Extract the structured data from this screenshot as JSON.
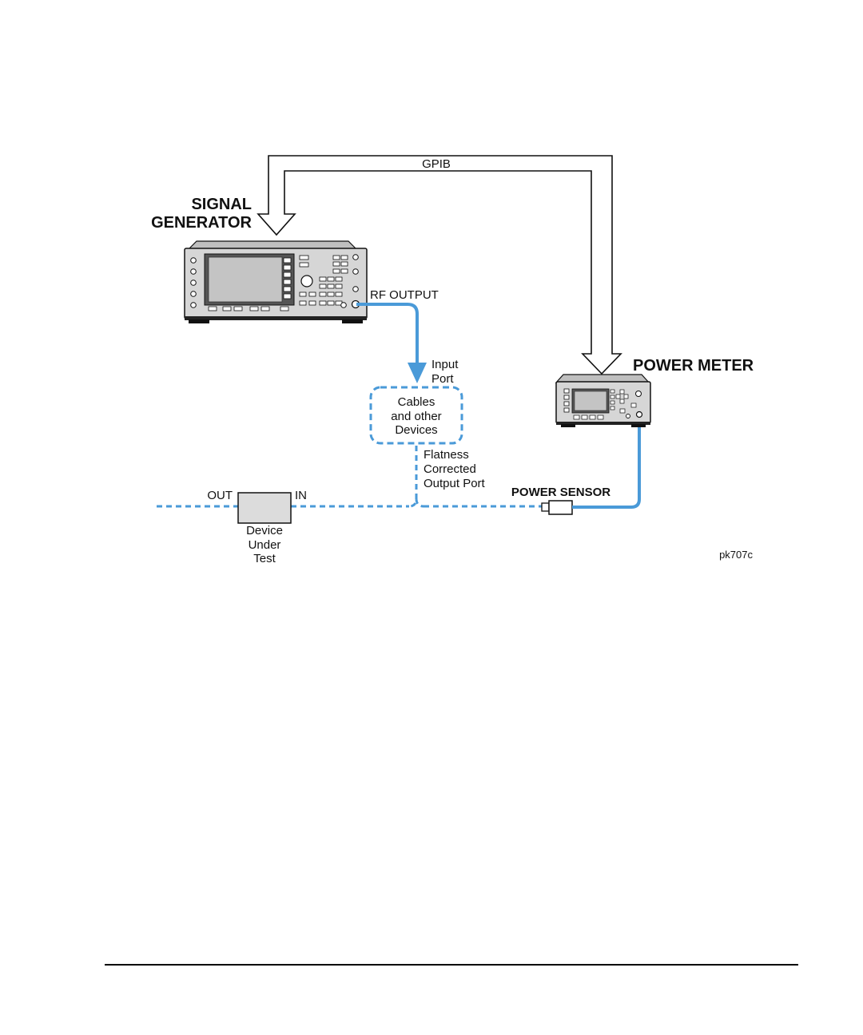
{
  "labels": {
    "gpib": "GPIB",
    "signal_generator_line1": "SIGNAL",
    "signal_generator_line2": "GENERATOR",
    "rf_output": "RF OUTPUT",
    "power_meter": "POWER METER",
    "input_port_line1": "Input",
    "input_port_line2": "Port",
    "cables_line1": "Cables",
    "cables_line2": "and other",
    "cables_line3": "Devices",
    "flatness_line1": "Flatness",
    "flatness_line2": "Corrected",
    "flatness_line3": "Output Port",
    "power_sensor": "POWER SENSOR",
    "out": "OUT",
    "in": "IN",
    "dut_line1": "Device",
    "dut_line2": "Under",
    "dut_line3": "Test",
    "figure_id": "pk707c"
  },
  "colors": {
    "cable_blue": "#4a9ad8",
    "instrument_gray": "#d4d4d4",
    "screen_gray": "#bdbdbd",
    "outline": "#111111"
  }
}
